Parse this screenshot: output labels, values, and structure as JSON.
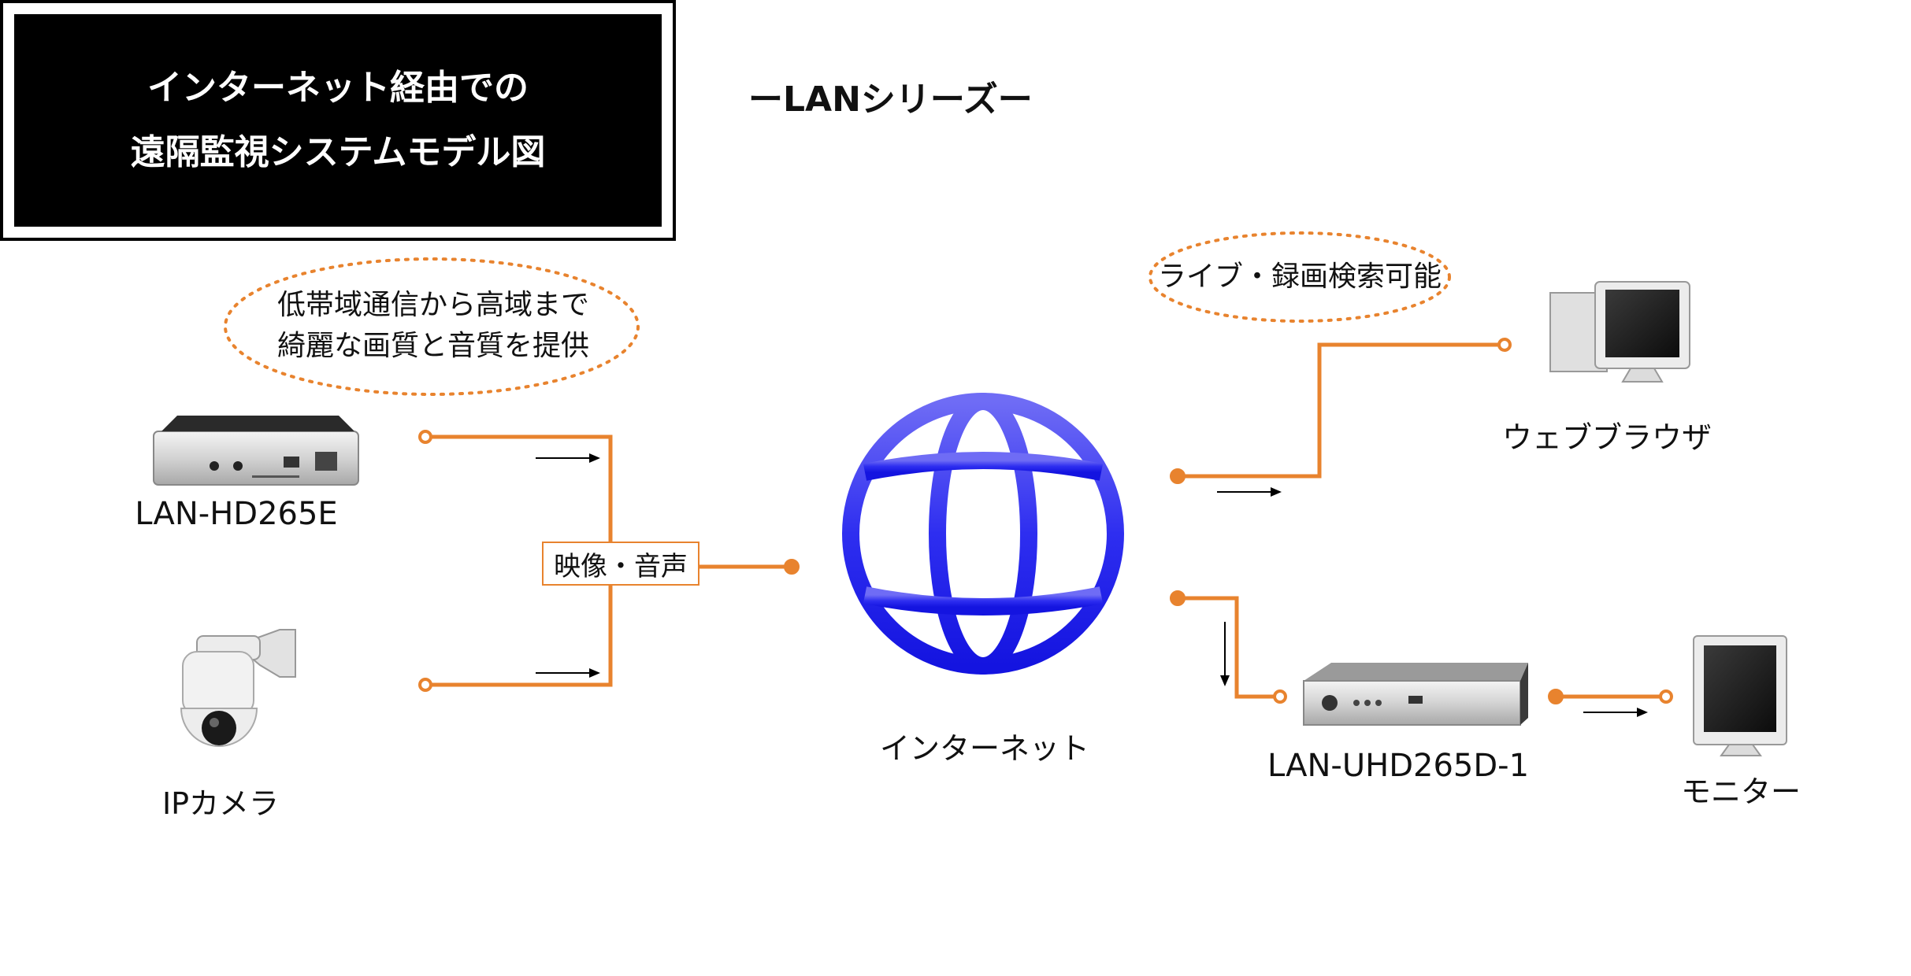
{
  "title": {
    "line1": "インターネット経由での",
    "line2": "遠隔監視システムモデル図"
  },
  "series": "ーLANシリーズー",
  "bubbles": {
    "left": {
      "line1": "低帯域通信から高域まで",
      "line2": "綺麗な画質と音質を提供"
    },
    "right": "ライブ・録画検索可能"
  },
  "nodes": {
    "encoder": "LAN-HD265E",
    "ip_camera": "IPカメラ",
    "internet": "インターネット",
    "browser": "ウェブブラウザ",
    "decoder": "LAN-UHD265D-1",
    "monitor": "モニター"
  },
  "signal_label": "映像・音声",
  "colors": {
    "line": "#e8832e",
    "globe": "#2222ee",
    "title_bg": "#000000"
  }
}
